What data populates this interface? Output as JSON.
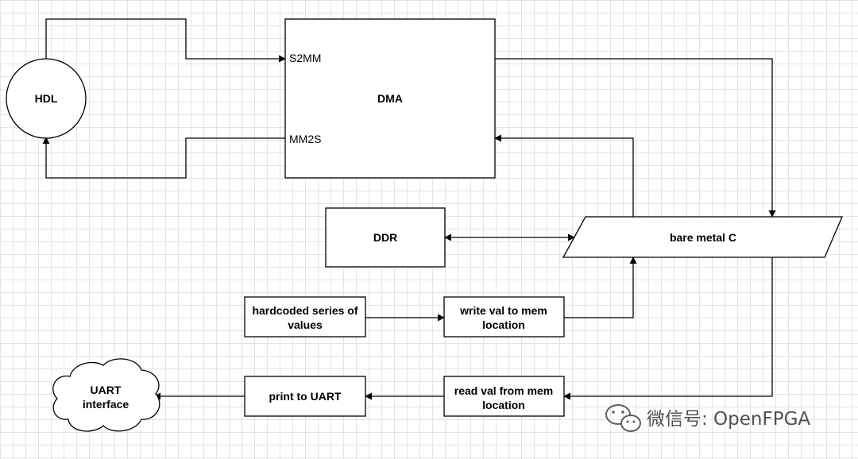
{
  "nodes": {
    "hdl": {
      "label": "HDL"
    },
    "dma": {
      "label": "DMA",
      "port_s2mm": "S2MM",
      "port_mm2s": "MM2S"
    },
    "ddr": {
      "label": "DDR"
    },
    "bare_metal": {
      "label": "bare metal C"
    },
    "hardcoded": {
      "line1": "hardcoded series of",
      "line2": "values"
    },
    "write_val": {
      "line1": "write val to mem",
      "line2": "location"
    },
    "read_val": {
      "line1": "read val from mem",
      "line2": "location"
    },
    "print_uart": {
      "label": "print to UART"
    },
    "uart": {
      "line1": "UART",
      "line2": "interface"
    }
  },
  "watermark": {
    "text": "微信号: OpenFPGA",
    "icon": "wechat-icon"
  }
}
